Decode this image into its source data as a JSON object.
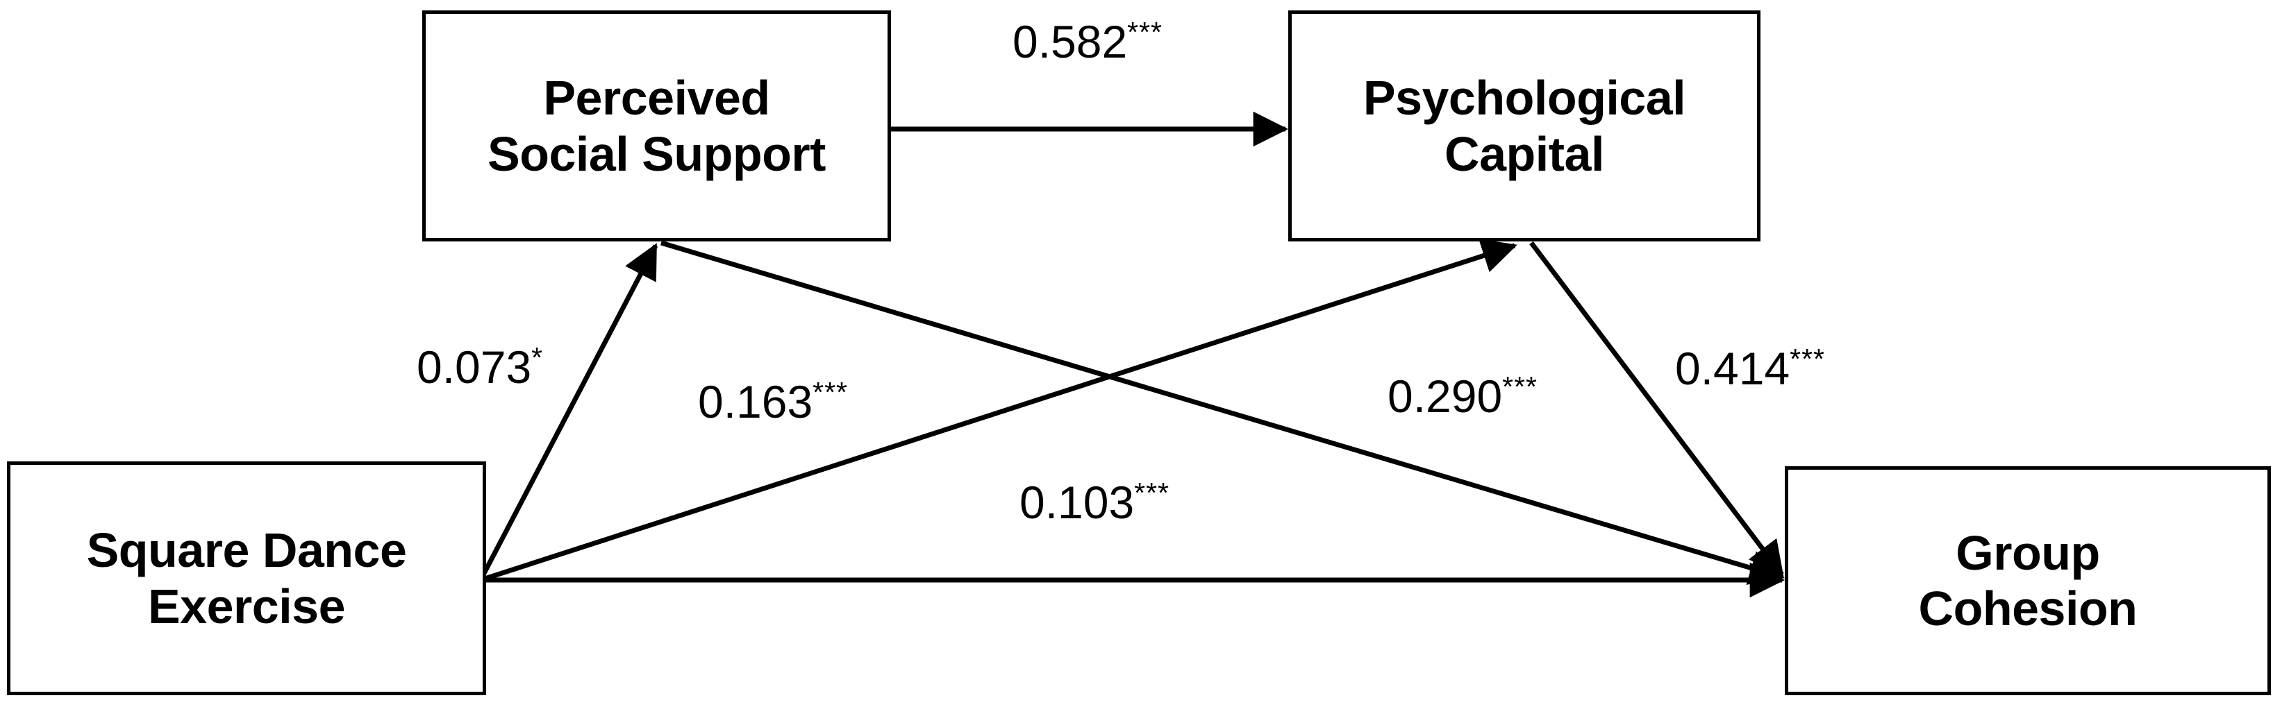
{
  "diagram": {
    "type": "structural-equation-path-model",
    "background_color": "#ffffff",
    "line_color": "#000000",
    "text_color": "#000000",
    "nodes": [
      {
        "id": "pss",
        "label": "Perceived\nSocial Support"
      },
      {
        "id": "pc",
        "label": "Psychological\nCapital"
      },
      {
        "id": "sde",
        "label": "Square Dance\nExercise"
      },
      {
        "id": "gc",
        "label": "Group\nCohesion"
      }
    ],
    "paths": [
      {
        "id": "pss-pc",
        "from": "pss",
        "to": "pc",
        "coefficient": "0.582",
        "significance": "***"
      },
      {
        "id": "sde-pss",
        "from": "sde",
        "to": "pss",
        "coefficient": "0.073",
        "significance": "*"
      },
      {
        "id": "sde-pc",
        "from": "sde",
        "to": "pc",
        "coefficient": "0.163",
        "significance": "***"
      },
      {
        "id": "pss-gc",
        "from": "pss",
        "to": "gc",
        "coefficient": "0.290",
        "significance": "***"
      },
      {
        "id": "pc-gc",
        "from": "pc",
        "to": "gc",
        "coefficient": "0.414",
        "significance": "***"
      },
      {
        "id": "sde-gc",
        "from": "sde",
        "to": "gc",
        "coefficient": "0.103",
        "significance": "***"
      }
    ]
  }
}
